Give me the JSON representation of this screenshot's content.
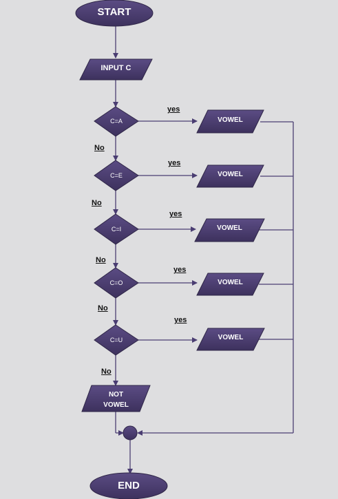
{
  "start": "START",
  "end": "END",
  "input": "INPUT C",
  "decisions": [
    {
      "cond": "C=A",
      "yes": "yes",
      "no": "No",
      "output": "VOWEL"
    },
    {
      "cond": "C=E",
      "yes": "yes",
      "no": "No",
      "output": "VOWEL"
    },
    {
      "cond": "C=I",
      "yes": "yes",
      "no": "No",
      "output": "VOWEL"
    },
    {
      "cond": "C=O",
      "yes": "yes",
      "no": "No",
      "output": "VOWEL"
    },
    {
      "cond": "C=U",
      "yes": "yes",
      "no": "No",
      "output": "VOWEL"
    }
  ],
  "not_vowel": [
    "NOT",
    "VOWEL"
  ],
  "colors": {
    "shape_fill": "#4a3d6e",
    "shape_stroke": "#2f2647",
    "line": "#4a3d72",
    "background": "#dedee0"
  }
}
